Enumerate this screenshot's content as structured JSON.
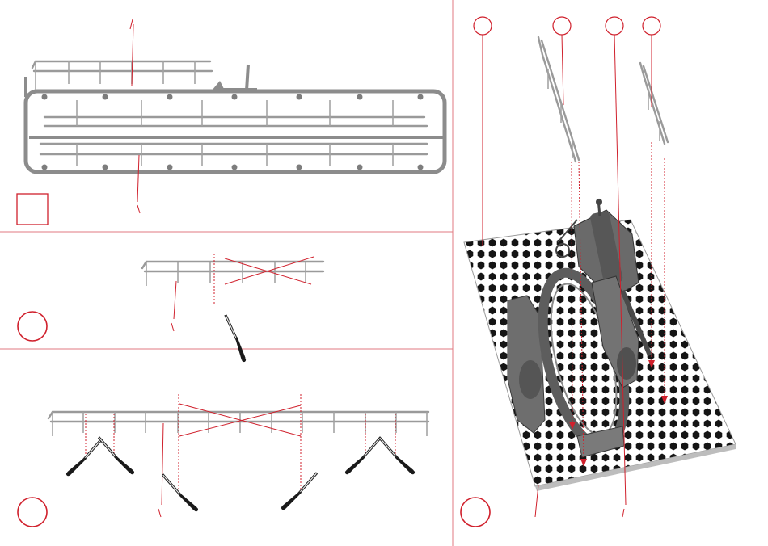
{
  "palette": {
    "accent": "#d0202c",
    "part_gray": "#9a9a9a",
    "tile_dark": "#141414",
    "tile_light": "#ffffff"
  },
  "panels": [
    {
      "id": "sprue-overview",
      "marker": "square"
    },
    {
      "id": "step-trim-short-rail",
      "marker": "circle"
    },
    {
      "id": "step-trim-long-rail",
      "marker": "circle"
    },
    {
      "id": "step-mount-rails",
      "marker": "circle"
    }
  ],
  "icons": [
    "hobby-knife-icon",
    "sprue-frame",
    "railing-part",
    "engine-model",
    "tiled-base-plate"
  ]
}
